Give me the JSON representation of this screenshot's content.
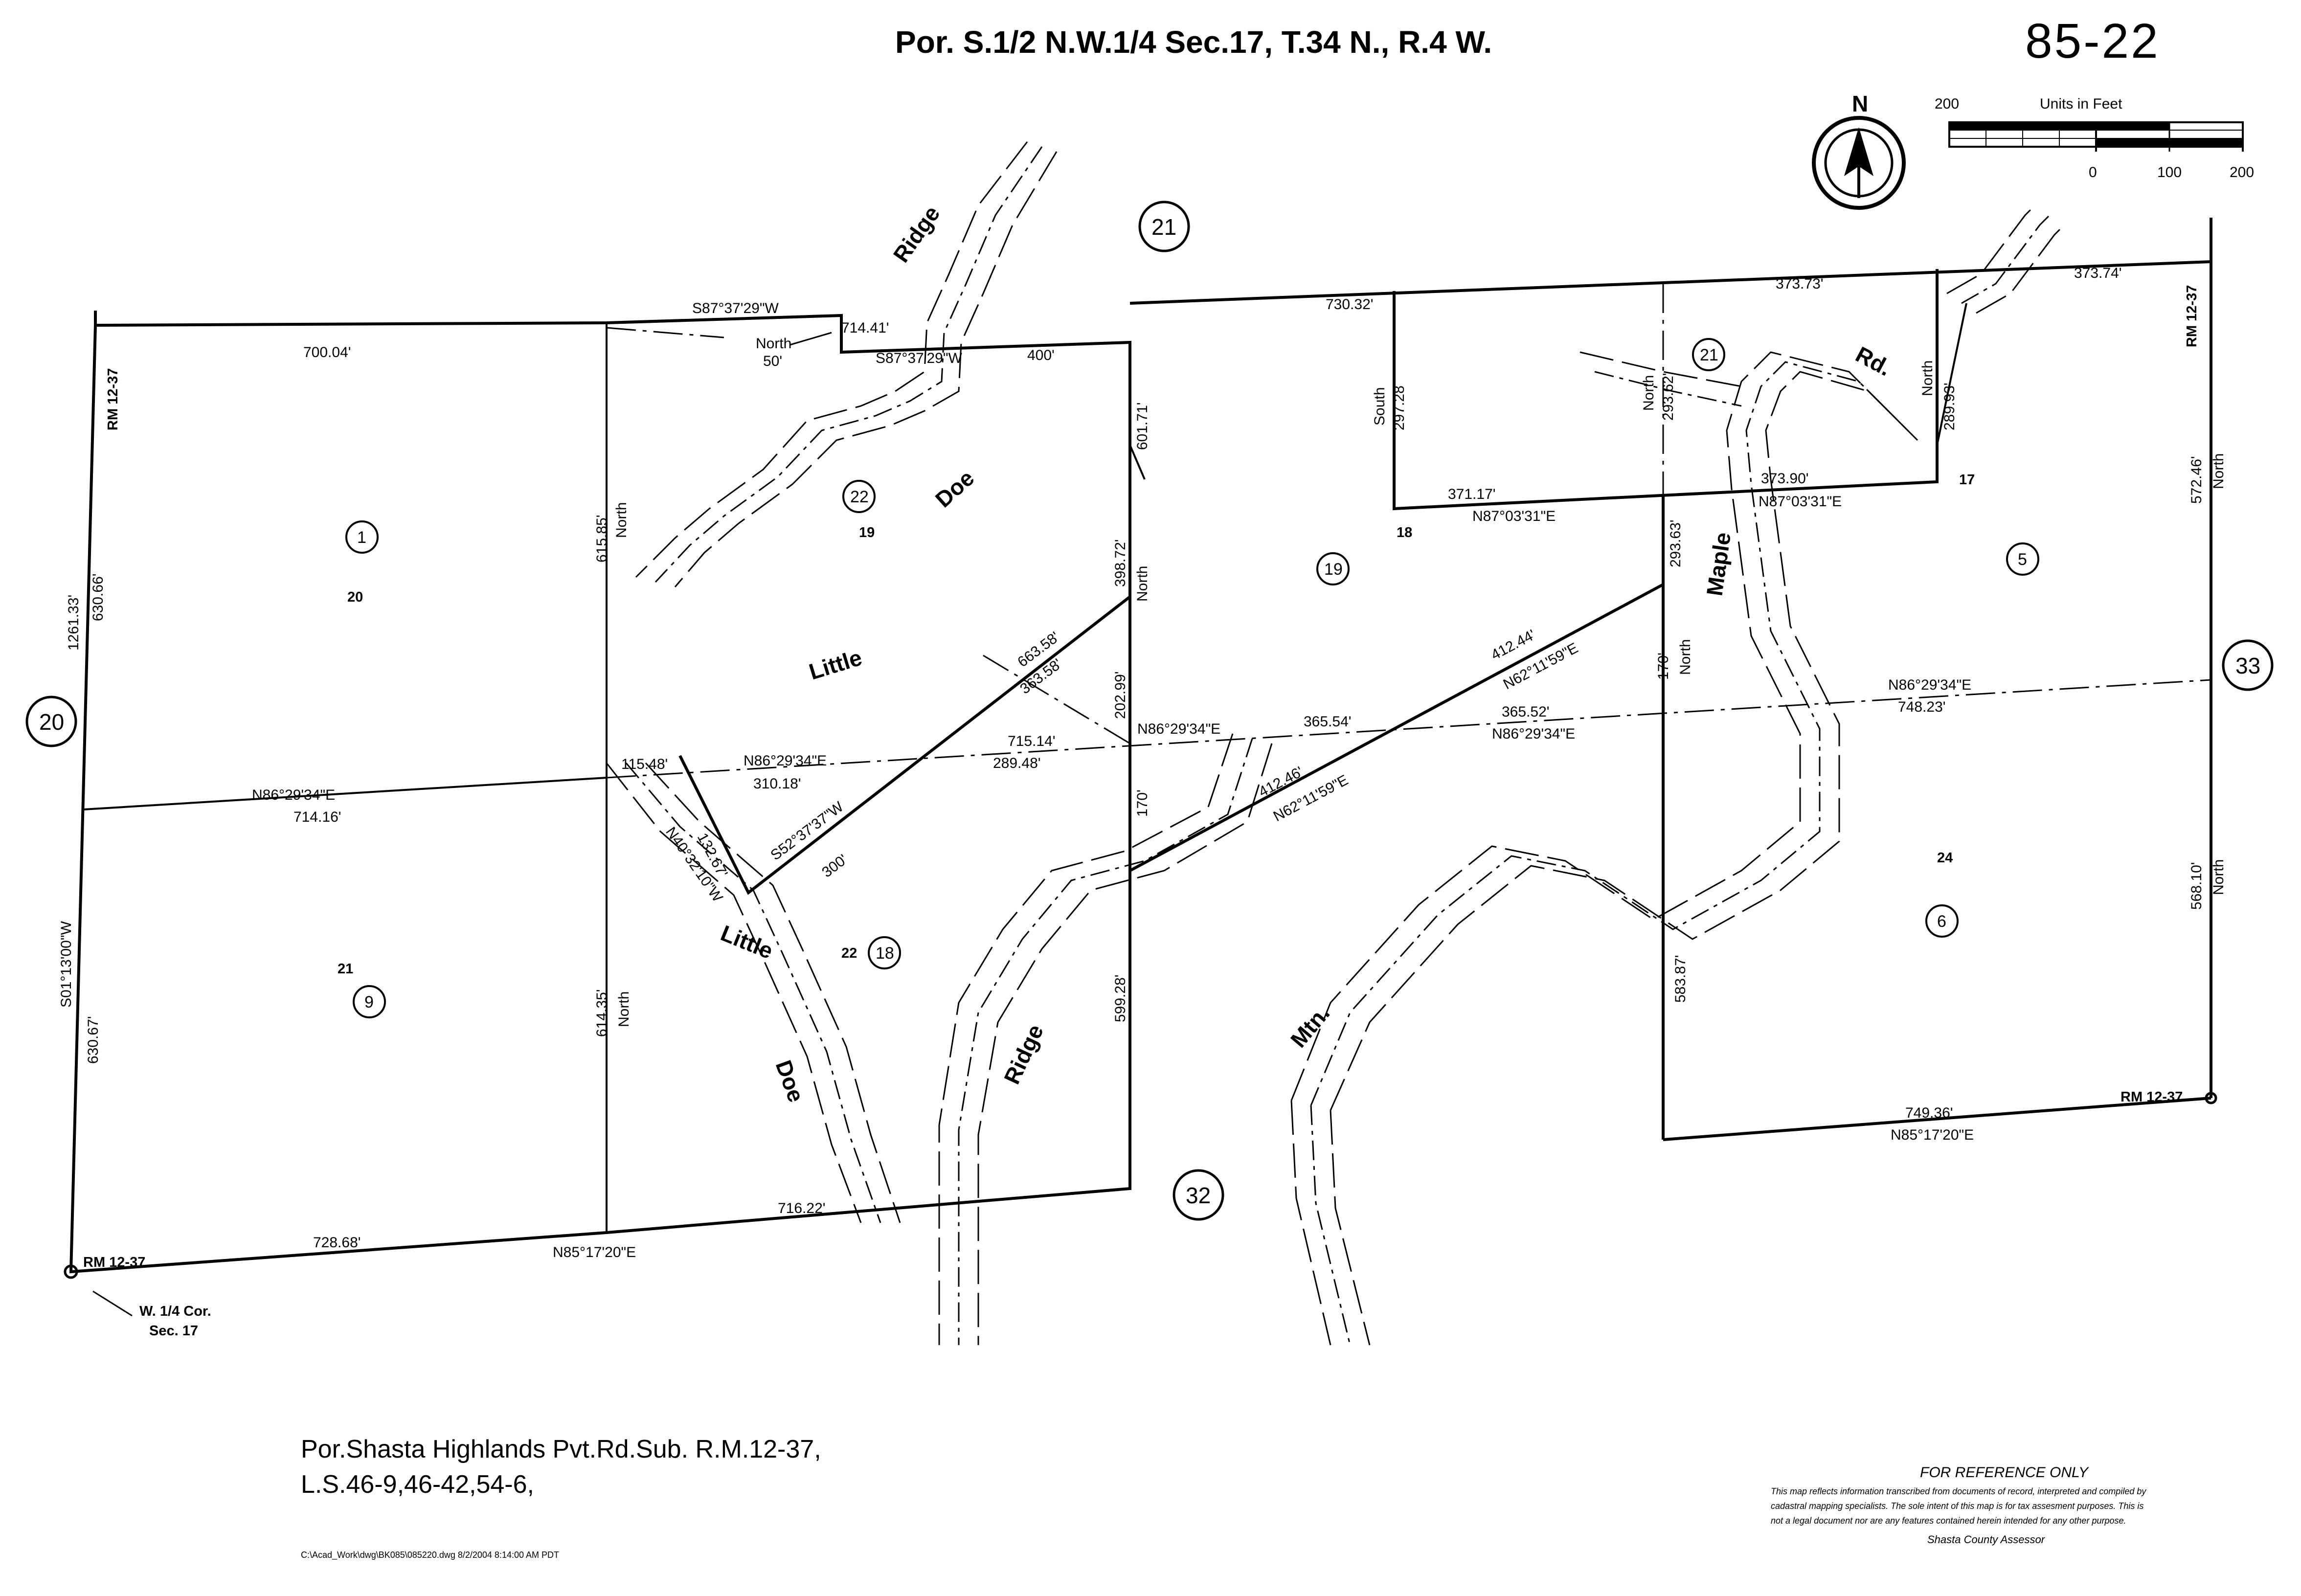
{
  "header": {
    "title": "Por. S.1/2 N.W.1/4 Sec.17, T.34 N., R.4 W.",
    "sheet_number": "85-22"
  },
  "scale_bar": {
    "units_label": "Units in Feet",
    "left_label": "200",
    "ticks": [
      "0",
      "100",
      "200"
    ]
  },
  "north_arrow": {
    "letter": "N"
  },
  "sections": [
    "20",
    "21",
    "32",
    "33"
  ],
  "parcels": [
    "1",
    "9",
    "22",
    "18",
    "19",
    "21",
    "5",
    "6"
  ],
  "lots": [
    "20",
    "21",
    "19",
    "22",
    "18",
    "17",
    "24"
  ],
  "roads": {
    "ridge": "Ridge",
    "doe": "Doe",
    "little": "Little",
    "rd": "Rd.",
    "maple": "Maple",
    "mtn": "Mtn."
  },
  "record_map": "RM 12-37",
  "dimensions": {
    "d700_04": "700.04'",
    "d714_41": "714.41'",
    "s87_top": "S87°37'29\"W",
    "s87_mid": "S87°37'29\"W",
    "north50": "North",
    "fifty": "50'",
    "d400": "400'",
    "d730_32": "730.32'",
    "d373_73": "373.73'",
    "d373_74": "373.74'",
    "d601_71": "601.71'",
    "d398_72": "398.72'",
    "north": "North",
    "south": "South",
    "d297_28": "297.28",
    "d293_62": "293.62'",
    "d289_93": "289.93'",
    "d371_17": "371.17'",
    "d373_90": "373.90'",
    "n87_a": "N87°03'31\"E",
    "n87_b": "N87°03'31\"E",
    "d293_63": "293.63'",
    "d572_46": "572.46'",
    "d615_85": "615.85'",
    "d1261_33": "1261.33'",
    "d630_66": "630.66'",
    "d663_58": "663.58'",
    "d363_58": "363.58'",
    "d202_99": "202.99'",
    "d412_44": "412.44'",
    "n62_a": "N62°11'59\"E",
    "d170a": "170'",
    "n86_a": "N86°29'34\"E",
    "d748_23": "748.23'",
    "d365_54": "365.54'",
    "d365_52": "365.52'",
    "n86_b": "N86°29'34\"E",
    "n86_c": "N86°29'34\"E",
    "n86_d": "N86°29'34\"E",
    "n86_e": "N86°29'34\"E",
    "d715_14": "715.14'",
    "d289_48": "289.48'",
    "d115_48": "115.48'",
    "d310_18": "310.18'",
    "d714_16": "714.16'",
    "d412_46": "412.46'",
    "n62_b": "N62°11'59\"E",
    "s52": "S52°37'37\"W",
    "d300": "300'",
    "d132_67": "132.67'",
    "n40": "N40°32'10\"W",
    "d170b": "170'",
    "s01": "S01°13'00\"W",
    "d630_67": "630.67'",
    "d614_35": "614.35'",
    "d599_28": "599.28'",
    "d583_87": "583.87'",
    "d568_10": "568.10'",
    "d749_36": "749.36'",
    "n85_a": "N85°17'20\"E",
    "d716_22": "716.22'",
    "d728_68": "728.68'",
    "n85_b": "N85°17'20\"E"
  },
  "corner_note": {
    "line1": "W. 1/4 Cor.",
    "line2": "Sec. 17"
  },
  "subdivision": {
    "line1": "Por.Shasta Highlands Pvt.Rd.Sub. R.M.12-37,",
    "line2": "L.S.46-9,46-42,54-6,"
  },
  "disclaimer": {
    "heading": "FOR REFERENCE ONLY",
    "line1": "This map reflects information transcribed from documents of  record, interpreted and compiled by",
    "line2": "cadastral mapping specialists. The sole intent of this map is for tax assesment purposes. This is",
    "line3": "not a legal document nor are any features contained herein intended for any other purpose.",
    "signature": "Shasta County Assessor"
  },
  "file_path": "C:\\Acad_Work\\dwg\\BK085\\085220.dwg  8/2/2004  8:14:00 AM PDT"
}
